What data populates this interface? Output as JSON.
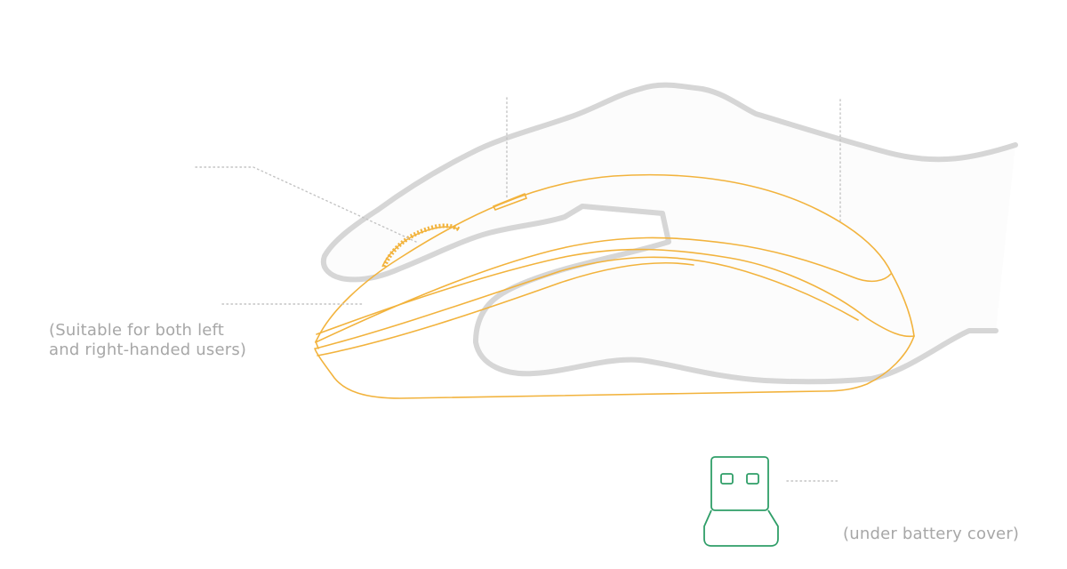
{
  "captions": {
    "handedness_line1": "(Suitable for both left",
    "handedness_line2": "and right-handed users)",
    "receiver_note": "(under battery cover)"
  },
  "colors": {
    "hand_outline": "#d6d6d6",
    "hand_fill": "#fcfcfc",
    "mouse_outline": "#f2b33d",
    "receiver_outline": "#2f9e68",
    "leader_line": "#c4c4c4",
    "caption_text": "#a7a7a7"
  }
}
